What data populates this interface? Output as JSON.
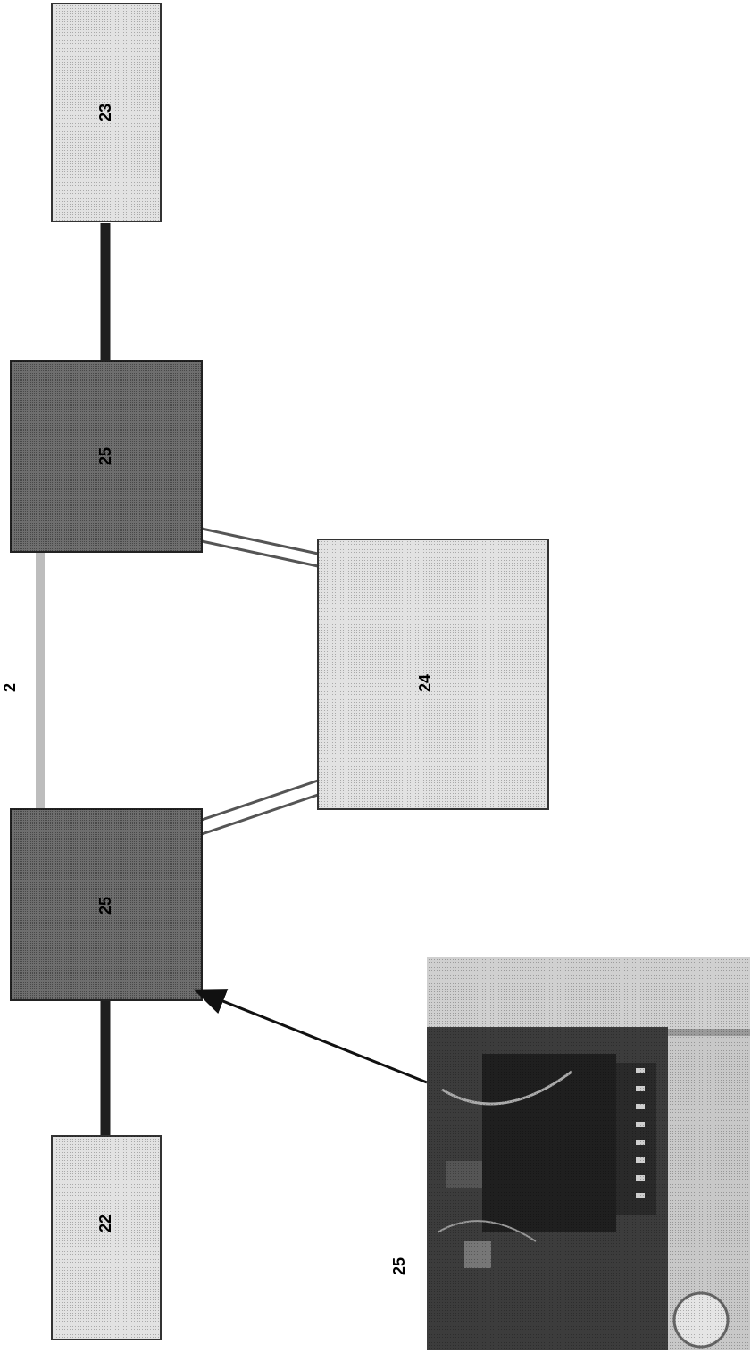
{
  "labels": {
    "top_right_box": "23",
    "upper_dark_box": "25",
    "center_box": "24",
    "lower_dark_box": "25",
    "bottom_left_box": "22",
    "bus_label": "2",
    "photo_label": "25"
  },
  "colors": {
    "light_box": "#e2e2e2",
    "dark_box": "#6e6e6e",
    "thick_link": "#1e1e1e",
    "light_link": "#bdbdbd",
    "double_link": "#555555"
  }
}
